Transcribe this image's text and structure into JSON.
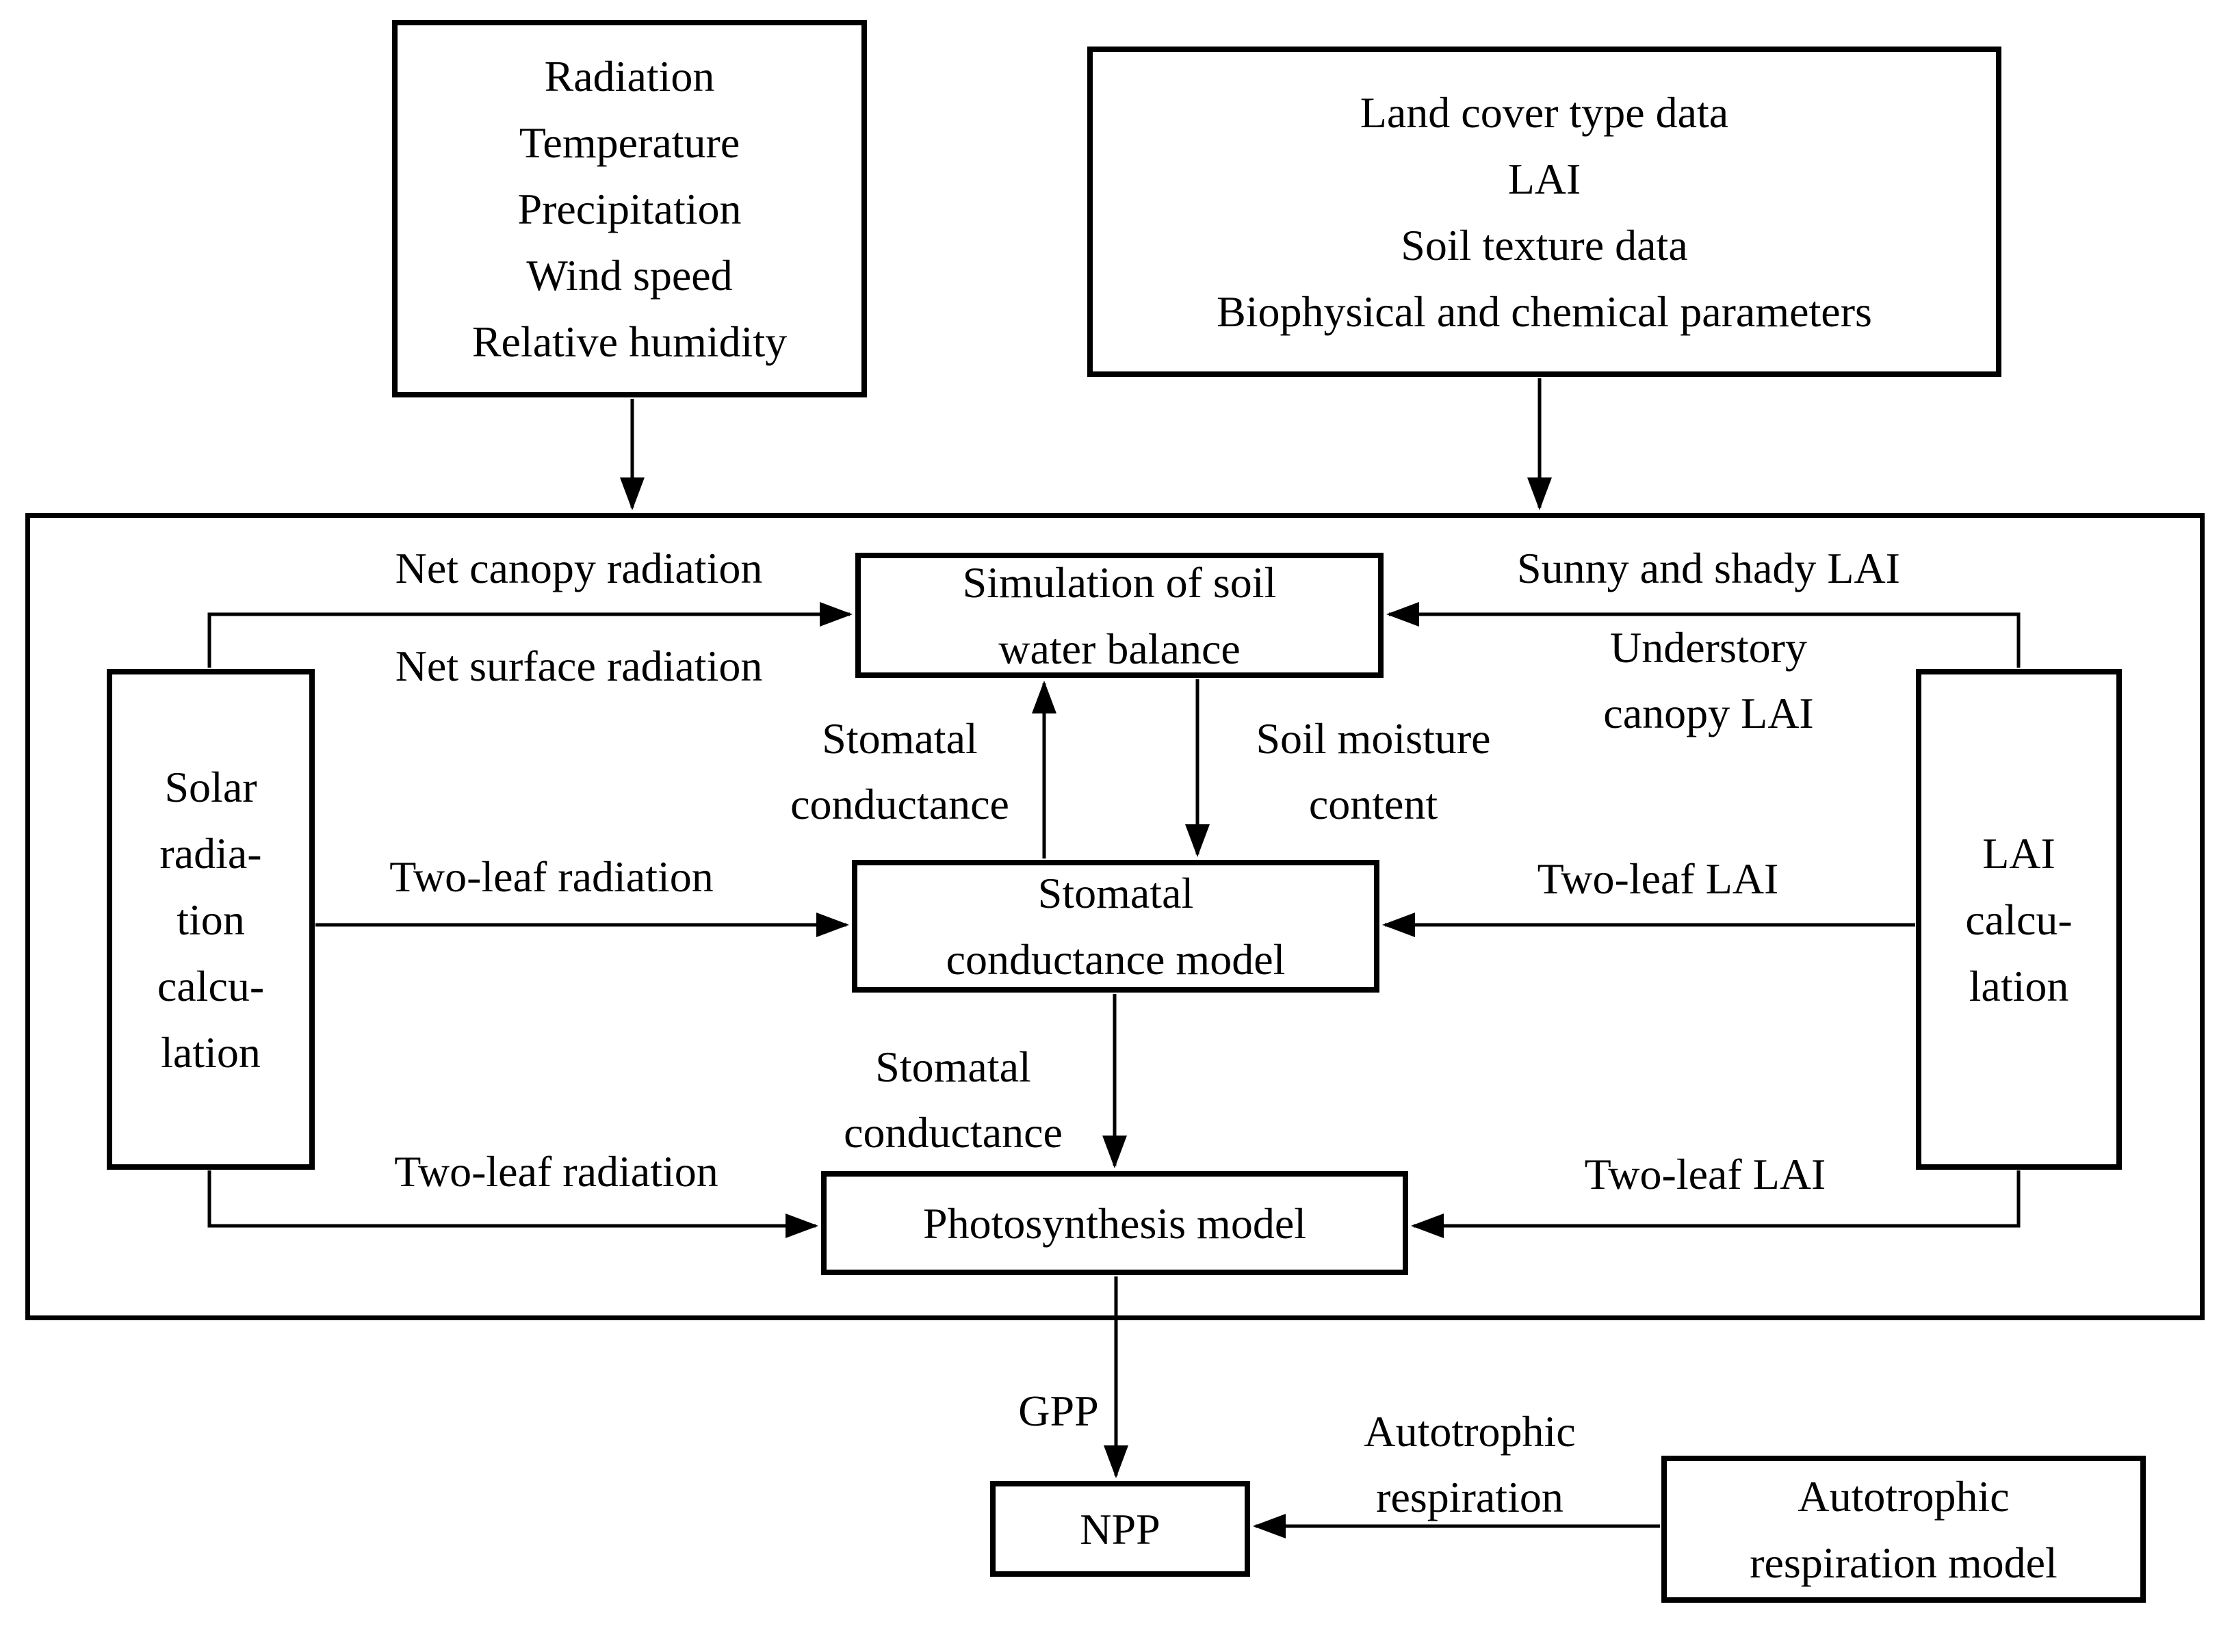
{
  "colors": {
    "ink": "#000000",
    "background": "#ffffff"
  },
  "boxes": {
    "weather": {
      "lines": [
        "Radiation",
        "Temperature",
        "Precipitation",
        "Wind speed",
        "Relative humidity"
      ]
    },
    "landcover": {
      "lines": [
        "Land cover type data",
        "LAI",
        "Soil texture data",
        "Biophysical and chemical parameters"
      ]
    },
    "simulation": {
      "lines": [
        "Simulation of soil",
        "water balance"
      ]
    },
    "solar": {
      "lines": [
        "Solar",
        "radia-",
        "tion",
        "calcu-",
        "lation"
      ]
    },
    "stomatal": {
      "lines": [
        "Stomatal",
        "conductance model"
      ]
    },
    "lai": {
      "lines": [
        "LAI",
        "calcu-",
        "lation"
      ]
    },
    "photosynthesis": {
      "lines": [
        "Photosynthesis model"
      ]
    },
    "npp": {
      "lines": [
        "NPP"
      ]
    },
    "respiration": {
      "lines": [
        "Autotrophic",
        "respiration model"
      ]
    }
  },
  "labels": {
    "net_canopy": {
      "lines": [
        "Net canopy radiation"
      ]
    },
    "net_surface": {
      "lines": [
        "Net surface radiation"
      ]
    },
    "sunny_shady": {
      "lines": [
        "Sunny and shady LAI"
      ]
    },
    "understory": {
      "lines": [
        "Understory",
        "canopy LAI"
      ]
    },
    "stomatal_to_soil": {
      "lines": [
        "Stomatal",
        "conductance"
      ]
    },
    "soil_moisture": {
      "lines": [
        "Soil moisture",
        "content"
      ]
    },
    "two_leaf_radiation_mid": {
      "lines": [
        "Two-leaf radiation"
      ]
    },
    "two_leaf_lai_mid": {
      "lines": [
        "Two-leaf LAI"
      ]
    },
    "stomatal_to_photo": {
      "lines": [
        "Stomatal",
        "conductance"
      ]
    },
    "two_leaf_radiation_low": {
      "lines": [
        "Two-leaf radiation"
      ]
    },
    "two_leaf_lai_low": {
      "lines": [
        "Two-leaf LAI"
      ]
    },
    "gpp": {
      "lines": [
        "GPP"
      ]
    },
    "autotrophic": {
      "lines": [
        "Autotrophic",
        "respiration"
      ]
    }
  }
}
